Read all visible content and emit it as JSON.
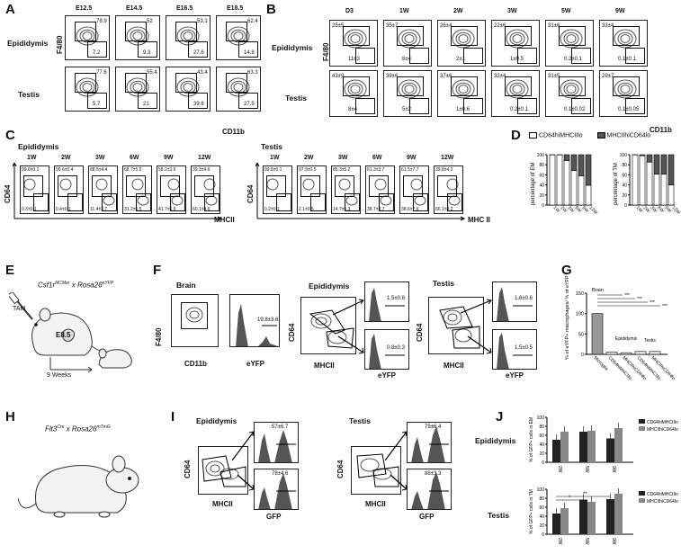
{
  "panelA": {
    "letter": "A",
    "cols": [
      "E12.5",
      "E14.5",
      "E16.5",
      "E18.5"
    ],
    "rows": [
      "Epididymis",
      "Testis"
    ],
    "ylabel": "F4/80",
    "xlabel": "CD11b",
    "vals_top": [
      [
        "78.9",
        "7.2"
      ],
      [
        "52",
        "9.3"
      ],
      [
        "53.1",
        "27.6"
      ],
      [
        "62.4",
        "14.8"
      ]
    ],
    "vals_bot": [
      [
        "77.6",
        "5.7"
      ],
      [
        "55.4",
        "21"
      ],
      [
        "43.4",
        "39.6"
      ],
      [
        "63.3",
        "27.5"
      ]
    ]
  },
  "panelB": {
    "letter": "B",
    "cols": [
      "D3",
      "1W",
      "2W",
      "3W",
      "5W",
      "9W"
    ],
    "rows": [
      "Epididymis",
      "Testis"
    ],
    "ylabel": "F4/80",
    "xlabel": "CD11b",
    "vals_top": [
      [
        "25±5",
        "11±3"
      ],
      [
        "35±7",
        "8±4"
      ],
      [
        "26±4",
        "2±1"
      ],
      [
        "22±6",
        "1±0.5"
      ],
      [
        "31±6",
        "0.2±0.1"
      ],
      [
        "33±4",
        "0.1±0.1"
      ]
    ],
    "vals_bot": [
      [
        "43±9",
        "8±4"
      ],
      [
        "39±6",
        "5±2"
      ],
      [
        "37±6",
        "1±0.6"
      ],
      [
        "32±4",
        "0.2±0.1"
      ],
      [
        "31±5",
        "0.1±0.02"
      ],
      [
        "29±7",
        "0.1±0.05"
      ]
    ]
  },
  "panelC": {
    "letter": "C",
    "left_title": "Epididymis",
    "right_title": "Testis",
    "cols": [
      "1W",
      "2W",
      "3W",
      "6W",
      "9W",
      "12W"
    ],
    "ylabel": "CD64",
    "xlabel_left": "MHCII",
    "xlabel_right": "MHC II",
    "epi_top": [
      "99.6±0.1",
      "99.6±0.4",
      "88.5±4.4",
      "68.7±5.5",
      "58.2±3.9",
      "39.3±4.6"
    ],
    "epi_bot": [
      "0.3±0.1",
      "0.4±0.1",
      "11.4±3.7",
      "31.2±5.5",
      "41.7±6.9",
      "60.1±4.6"
    ],
    "tes_top": [
      "99.8±0.1",
      "97.9±0.5",
      "85.3±5.2",
      "61.3±3.7",
      "61.5±7.7",
      "39.8±4.2"
    ],
    "tes_bot": [
      "0.2±0.1",
      "2.1±0.5",
      "14.7±5.3",
      "38.7±3.7",
      "38.6±7.6",
      "60.1±4.2"
    ]
  },
  "panelD": {
    "letter": "D",
    "legend_open": "CD64hiMHCIIlo",
    "legend_filled": "MHCIIhiCD64lo",
    "ylabel_left": "percentage of EM",
    "ylabel_right": "percentage of TM",
    "yticks": [
      "0",
      "20",
      "40",
      "60",
      "80",
      "100"
    ],
    "categories": [
      "1W",
      "2W",
      "3W",
      "6W",
      "9W",
      "12W"
    ]
  },
  "panelE": {
    "letter": "E",
    "cross": "Csf1r",
    "cross_sup": "MCMer",
    "cross2": "x Rosa26",
    "cross2_sup": "eYFP",
    "tam": "TAM",
    "age": "E8.5",
    "wait": "9 Weeks"
  },
  "panelF": {
    "letter": "F",
    "brain": "Brain",
    "epididymis": "Epididymis",
    "testis": "Testis",
    "brain_x": "CD11b",
    "brain_y": "F4/80",
    "brain_hist_x": "eYFP",
    "brain_val": "19.8±3.6",
    "epi_y": "CD64",
    "epi_x": "MHCII",
    "epi_top": "1.5±0.8",
    "epi_bot": "0.8±0.3",
    "tes_y": "CD64",
    "tes_x": "MHCII",
    "tes_top": "1.6±0.6",
    "tes_bot": "1.5±0.5",
    "hist_x": "eYFP"
  },
  "panelG": {
    "letter": "G",
    "ylabel": "% of eYFP+ macrophages/ % of eYFP+ microglia",
    "yticks": [
      "0",
      "50",
      "100",
      "150"
    ],
    "brain_label": "Brain",
    "epi_label": "Epididymis",
    "tes_label": "Testis",
    "categories": [
      "Microglia",
      "CD64hiMHCIIlo",
      "MHCIIhiCD64lo",
      "CD64hiMHCIIlo",
      "MHCIIhiCD64lo"
    ],
    "stars": "***"
  },
  "panelH": {
    "letter": "H",
    "cross": "Flt3",
    "cross_sup": "Cre",
    "cross2": " x Rosa26",
    "cross2_sup": "mTmG"
  },
  "panelI": {
    "letter": "I",
    "epididymis": "Epididymis",
    "testis": "Testis",
    "ylabel": "CD64",
    "xlabel": "MHCII",
    "hist_x": "GFP",
    "epi_top": "57±6.7",
    "epi_bot": "78±4.6",
    "tes_top": "79±6.4",
    "tes_bot": "88±3.3"
  },
  "panelJ": {
    "letter": "J",
    "row_top": "Epididymis",
    "row_bot": "Testis",
    "ylabel_top": "% of GFP+ cells in EM",
    "ylabel_bot": "% of GFP+ cells in TM",
    "legend_black": "CD64hiMHCIIlo",
    "legend_grey": "MHCIIhiCD64lo",
    "yticks": [
      "0",
      "20",
      "40",
      "60",
      "80",
      "100"
    ],
    "categories": [
      "2W",
      "5W",
      "9W"
    ],
    "sig_single": "*",
    "sig_double": "**"
  },
  "chart_data": [
    {
      "type": "bar",
      "categories": [
        "1W",
        "2W",
        "3W",
        "6W",
        "9W",
        "12W"
      ],
      "series": [
        {
          "name": "CD64hiMHCIIlo",
          "values": [
            99.6,
            99.6,
            88.5,
            68.7,
            58.2,
            39.3
          ]
        },
        {
          "name": "MHCIIhiCD64lo",
          "values": [
            0.4,
            0.4,
            11.5,
            31.3,
            41.8,
            60.7
          ]
        }
      ],
      "ylabel": "percentage of EM",
      "ylim": [
        0,
        100
      ],
      "stacked": true
    },
    {
      "type": "bar",
      "categories": [
        "1W",
        "2W",
        "3W",
        "6W",
        "9W",
        "12W"
      ],
      "series": [
        {
          "name": "CD64hiMHCIIlo",
          "values": [
            99.8,
            97.9,
            85.3,
            61.3,
            61.5,
            39.8
          ]
        },
        {
          "name": "MHCIIhiCD64lo",
          "values": [
            0.2,
            2.1,
            14.7,
            38.7,
            38.5,
            60.2
          ]
        }
      ],
      "ylabel": "percentage of TM",
      "ylim": [
        0,
        100
      ],
      "stacked": true
    },
    {
      "type": "bar",
      "categories": [
        "Microglia",
        "CD64hiMHCIIlo",
        "MHCIIhiCD64lo",
        "CD64hiMHCIIlo",
        "MHCIIhiCD64lo"
      ],
      "values": [
        100,
        6,
        4,
        7,
        7
      ],
      "ylim": [
        0,
        150
      ]
    },
    {
      "type": "bar",
      "categories": [
        "2W",
        "5W",
        "9W"
      ],
      "series": [
        {
          "name": "CD64hiMHCIIlo",
          "values": [
            50,
            68,
            53
          ]
        },
        {
          "name": "MHCIIhiCD64lo",
          "values": [
            68,
            70,
            76
          ]
        }
      ],
      "ylabel": "% of GFP+ cells in EM",
      "ylim": [
        0,
        100
      ]
    },
    {
      "type": "bar",
      "categories": [
        "2W",
        "5W",
        "9W"
      ],
      "series": [
        {
          "name": "CD64hiMHCIIlo",
          "values": [
            46,
            77,
            78
          ]
        },
        {
          "name": "MHCIIhiCD64lo",
          "values": [
            58,
            72,
            90
          ]
        }
      ],
      "ylabel": "% of GFP+ cells in TM",
      "ylim": [
        0,
        100
      ]
    }
  ]
}
